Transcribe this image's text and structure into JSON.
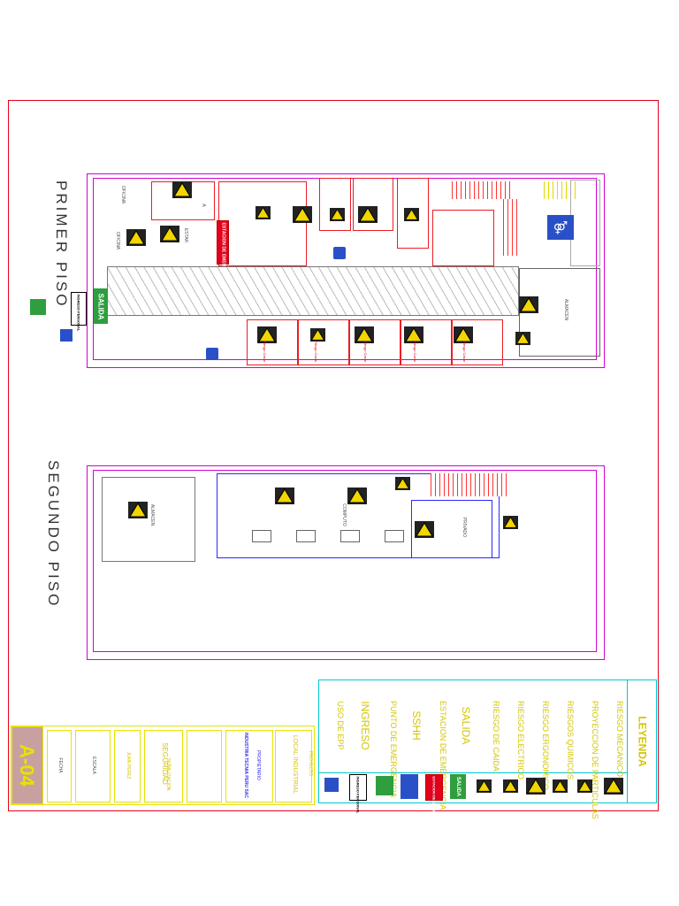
{
  "floors": {
    "first": "PRIMER PISO",
    "second": "SEGUNDO PISO"
  },
  "rooms": {
    "oficina_1": "OFICINA",
    "oficina_2": "OFICINA",
    "oficina_3": "A",
    "estar": "ESTAR",
    "almacen_1": "ALMACEN",
    "almacen_2": "ALMACEN",
    "computo": "COMPUTO",
    "privado": "PRIVADO",
    "bano": "BAÑO"
  },
  "signs": {
    "estacion": "ESTACION DE EMERGENCIA",
    "salida": "SALIDA",
    "ingreso": "INGRESO PERSONAL",
    "riesgo_tiny": "Riesgo Caida"
  },
  "legend": {
    "title": "LEYENDA",
    "items": [
      "RIESGO MECANICO",
      "PROYECCION DE PARTICULAS",
      "RIESGOS QUIMICOS",
      "RIESGO ERGONOMICO",
      "RIESGO ELECTRICO",
      "RIESGO DE CAIDA",
      "SALIDA",
      "ESTACION DE EMERGENCIA",
      "SSHH",
      "PUNTO DE EMERGENCIA",
      "INGRESO",
      "USO DE EPP"
    ],
    "badge_salida": "SALIDA",
    "badge_estacion": "ESTACION DE EMERGENCIA",
    "badge_ingreso": "INGRESO PERSONAL"
  },
  "title_block": {
    "proyecto_label": "PROYECTO",
    "proyecto": "LOCAL INDUSTRIAL",
    "propietario_label": "PROPIETARIO",
    "propietario": "INDUSTRIA TECNIA PERU SAC",
    "plano_label": "PLANO",
    "plano": "SEÑALIZACION",
    "especialidad": "SEGURIDAD",
    "disenador": "JUAN PEREZ",
    "fecha_label": "FECHA",
    "escala_label": "ESCALA",
    "sheet_code": "A-04"
  },
  "colors": {
    "border": "#e3001b",
    "wall": "#d400d4",
    "interior": "#ee1c25",
    "second_floor": "#2a2aff",
    "legend_frame": "#00c8d0",
    "legend_text": "#d4c600",
    "sheet_code_bg": "#c8a0a0"
  }
}
